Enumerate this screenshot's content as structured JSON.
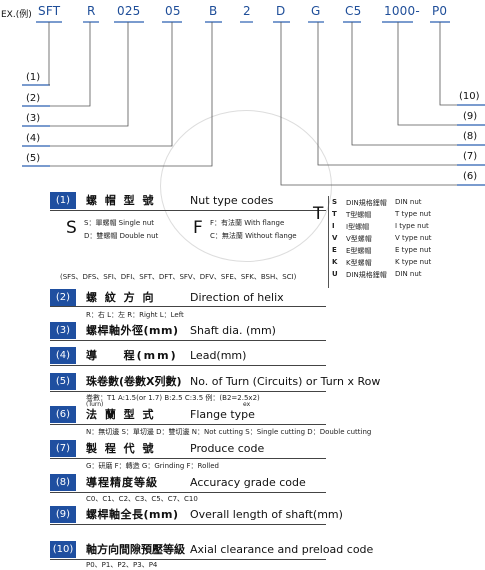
{
  "example": {
    "prefix": "EX.(例)",
    "codes": [
      "SFT",
      "R",
      "025",
      "05",
      "B",
      "2",
      "D",
      "G",
      "C5",
      "1000-",
      "P0"
    ]
  },
  "left_labels": [
    "(1)",
    "(2)",
    "(3)",
    "(4)",
    "(5)"
  ],
  "right_labels": [
    "(10)",
    "(9)",
    "(8)",
    "(7)",
    "(6)"
  ],
  "rows": [
    {
      "num": "(1)",
      "zh": "螺 帽 型 號",
      "en": "Nut type codes"
    },
    {
      "num": "(2)",
      "zh": "螺 紋 方 向",
      "en": "Direction of helix"
    },
    {
      "num": "(3)",
      "zh": "螺桿軸外徑(mm)",
      "en": "Shaft dia. (mm)"
    },
    {
      "num": "(4)",
      "zh": "導 　 程(mm)",
      "en": "Lead(mm)"
    },
    {
      "num": "(5)",
      "zh": "珠卷數(卷數X列數)",
      "en": "No. of Turn (Circuits) or  Turn x Row"
    },
    {
      "num": "(6)",
      "zh": "法 蘭 型 式",
      "en": "Flange type"
    },
    {
      "num": "(7)",
      "zh": "製 程 代 號",
      "en": "Produce code"
    },
    {
      "num": "(8)",
      "zh": "導程精度等級",
      "en": "Accuracy grade code"
    },
    {
      "num": "(9)",
      "zh": "螺桿軸全長(mm)",
      "en": "Overall length of shaft(mm)"
    },
    {
      "num": "(10)",
      "zh": "軸方向間隙預壓等級",
      "en": "Axial clearance and preload code"
    }
  ],
  "nut": {
    "S_letter": "S",
    "S_items": [
      "S：單螺帽  Single nut",
      "D：雙螺帽  Double nut"
    ],
    "F_letter": "F",
    "F_items": [
      "F：有法蘭  With flange",
      "C：無法蘭  Without flange"
    ],
    "T_letter": "T",
    "T_items": [
      {
        "k": "S",
        "zh": "DIN規格鋰帽",
        "en": "DIN nut"
      },
      {
        "k": "T",
        "zh": "T型螺帽",
        "en": "T type nut"
      },
      {
        "k": "I",
        "zh": "I型螺帽",
        "en": "I  type nut"
      },
      {
        "k": "V",
        "zh": "V型螺帽",
        "en": "V  type nut"
      },
      {
        "k": "E",
        "zh": "E型螺帽",
        "en": "E  type nut"
      },
      {
        "k": "K",
        "zh": "K型螺帽",
        "en": "K  type nut"
      },
      {
        "k": "U",
        "zh": "DIN規格鋰帽",
        "en": "DIN nut"
      }
    ],
    "series": "(SFS、DFS、SFI、DFI、SFT、DFT、SFV、DFV、SFE、SFK、BSH、SCI)"
  },
  "helix": "R：右  L：左    R：Right   L：Left",
  "turns": {
    "line": "卷數：T1  A:1.5(or 1.7)  B:2.5  C:3.5   例：(B2=2.5x2)",
    "turn": "(Turn)",
    "ex": "ex"
  },
  "flange": "N：無切邊   S：單切邊   D：雙切邊     N：Not cutting   S：Single cutting   D：Double cutting",
  "produce": "G：研磨   F：轉造    G：Grinding   F：Rolled",
  "accuracy": "C0、C1、C2、C3、C5、C7、C10",
  "preload": "P0、P1、P2、P3、P4",
  "colors": {
    "accent": "#1f4fa0"
  }
}
